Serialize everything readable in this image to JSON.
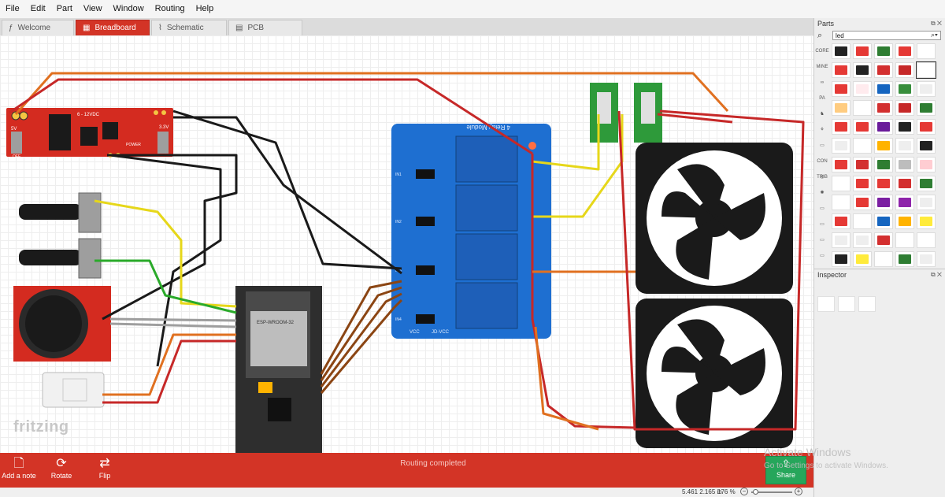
{
  "menu": [
    "File",
    "Edit",
    "Part",
    "View",
    "Window",
    "Routing",
    "Help"
  ],
  "tabs": [
    {
      "label": "Welcome",
      "icon": "f-logo-icon",
      "active": false
    },
    {
      "label": "Breadboard",
      "icon": "breadboard-icon",
      "active": true
    },
    {
      "label": "Schematic",
      "icon": "schematic-icon",
      "active": false
    },
    {
      "label": "PCB",
      "icon": "pcb-icon",
      "active": false
    }
  ],
  "canvas": {
    "logo_text": "fritzing",
    "board_labels": {
      "relay_title": "4 Relay Module",
      "relay_vcc": "JD-VCC",
      "relay_vcc2": "VCC",
      "esp_chip": "ESP-WROOM-32",
      "power_label": "6 - 12VDC",
      "power_33": "3.3V",
      "power_5": "5V",
      "power_off": "OFF",
      "power_title": "POWER"
    },
    "relay_pins": [
      "IN1",
      "IN2",
      "IN3",
      "IN4"
    ]
  },
  "bottom_tools": [
    {
      "label": "Add a note",
      "icon": "note-icon"
    },
    {
      "label": "Rotate",
      "icon": "rotate-icon"
    },
    {
      "label": "Flip",
      "icon": "flip-icon"
    }
  ],
  "status": {
    "routing": "Routing completed"
  },
  "share": {
    "label": "Share",
    "icon": "share-icon"
  },
  "footer": {
    "coords": "5.461 2.165 in",
    "zoom": "176 %"
  },
  "parts_panel": {
    "title": "Parts",
    "search_value": "led",
    "bins": [
      "CORE",
      "MINE",
      "∞",
      "PA",
      "♞",
      "⚘",
      "▭",
      "CON TRIB",
      "◎",
      "✺",
      "▭",
      "▭",
      "▭",
      "▭"
    ],
    "part_colors": [
      "#222222",
      "#e53935",
      "#2e7d32",
      "#e53935",
      "#ffffff",
      "#e53935",
      "#222222",
      "#d32f2f",
      "#c62828",
      "#ffffff",
      "#e53935",
      "#ffebee",
      "#1565c0",
      "#388e3c",
      "#eeeeee",
      "#ffcc80",
      "#ffffff",
      "#d32f2f",
      "#c62828",
      "#2e7d32",
      "#e53935",
      "#e53935",
      "#6a1b9a",
      "#222222",
      "#e53935",
      "#eeeeee",
      "#ffffff",
      "#ffb300",
      "#eeeeee",
      "#222222",
      "#e53935",
      "#d32f2f",
      "#2e7d32",
      "#bdbdbd",
      "#ffcdd2",
      "#ffffff",
      "#e53935",
      "#e53935",
      "#d32f2f",
      "#2e7d32",
      "#ffffff",
      "#e53935",
      "#7b1fa2",
      "#8e24aa",
      "#eeeeee",
      "#e53935",
      "#ffffff",
      "#1565c0",
      "#ffb300",
      "#ffeb3b",
      "#eeeeee",
      "#eeeeee",
      "#d32f2f",
      "#ffffff",
      "#ffffff",
      "#222222",
      "#ffeb3b",
      "#ffffff",
      "#2e7d32",
      "#eeeeee"
    ]
  },
  "inspector": {
    "title": "Inspector"
  },
  "watermark": {
    "line1": "Activate Windows",
    "line2": "Go to Settings to activate Windows."
  },
  "colors": {
    "accent": "#d33426",
    "share": "#26a65b",
    "wire_red": "#c62828",
    "wire_black": "#1a1a1a",
    "wire_orange": "#e07020"
  }
}
